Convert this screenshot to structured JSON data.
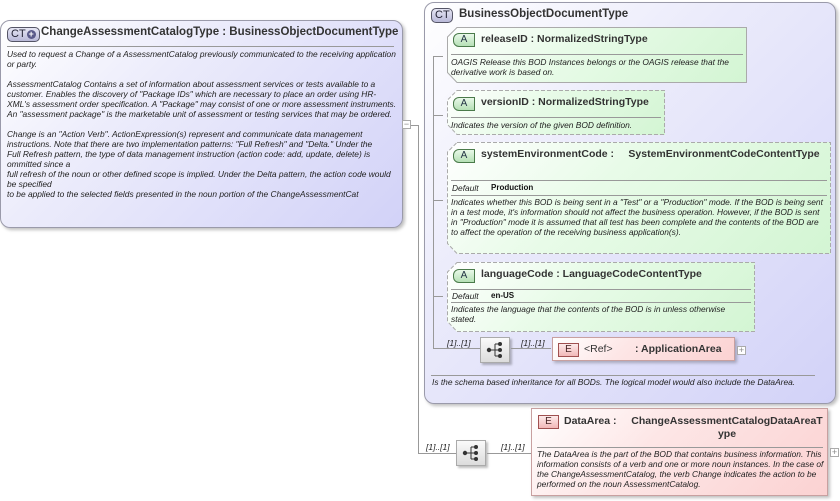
{
  "main_type": {
    "badge": "CT",
    "badge_icon": "plus-circle-icon",
    "title": "ChangeAssessmentCatalogType : BusinessObjectDocumentType",
    "doc": [
      "Used to request a Change of a AssessmentCatalog previously communicated to the receiving application or party.",
      "AssessmentCatalog  Contains a set of information about assessment services or tests available to a customer. Enables the discovery of \"Package IDs\" which are necessary to place an order using HR-XML's assessment order specification. A \"Package\" may consist of one or more assessment instruments. An \"assessment package\" is the marketable unit of assessment or testing services that may be ordered.",
      "Change is an \"Action Verb\". ActionExpression(s) represent and communicate data management instructions.  Note that there are two implementation patterns: \"Full Refresh\" and \"Delta.\" Under the\nFull Refresh pattern, the type of data management instruction (action code: add, update, delete) is ommitted since a\nfull refresh of the noun or other defined scope is implied. Under the  Delta pattern, the action code would be specified\nto be applied to the selected fields presented in the noun portion of the ChangeAssessmentCat"
    ],
    "collapse_toggle": "−"
  },
  "base_type": {
    "badge": "CT",
    "title": "BusinessObjectDocumentType",
    "doc": "Is the schema based inheritance for all BODs. The logical model would also include the DataArea.",
    "attributes": [
      {
        "badge": "A",
        "title": "releaseID : NormalizedStringType",
        "doc": "OAGIS Release this BOD Instances belongs or the OAGIS release that the derivative work is based on.",
        "required": true
      },
      {
        "badge": "A",
        "title": "versionID : NormalizedStringType",
        "doc": "Indicates the version of the given BOD definition.",
        "required": false
      },
      {
        "badge": "A",
        "title_name": "systemEnvironmentCode :",
        "title_type": "SystemEnvironmentCodeContentType",
        "default_label": "Default",
        "default_value": "Production",
        "doc": "Indicates whether this BOD is being sent in a \"Test\" or a \"Production\" mode. If the BOD is being sent in a test mode, it's information should not affect the business operation. However, if the BOD is sent in \"Production\" mode it is assumed that all test has been complete and the contents of the BOD are to affect the operation of the receiving business application(s).",
        "required": false
      },
      {
        "badge": "A",
        "title": "languageCode : LanguageCodeContentType",
        "default_label": "Default",
        "default_value": "en-US",
        "doc": "Indicates the language that the contents of the BOD is in unless otherwise stated.",
        "required": false
      }
    ],
    "sequence": {
      "cardinality_in": "[1]..[1]",
      "cardinality_out": "[1]..[1]",
      "icon": "sequence-icon"
    },
    "application_area": {
      "badge": "E",
      "ref": "<Ref>",
      "title": ": ApplicationArea",
      "expander": "+"
    }
  },
  "data_area": {
    "sequence": {
      "cardinality_in": "[1]..[1]",
      "cardinality_out": "[1]..[1]",
      "icon": "sequence-icon"
    },
    "badge": "E",
    "title_name": "DataArea :",
    "title_type": "ChangeAssessmentCatalogDataAreaType",
    "doc": "The DataArea is the part of the BOD that contains business information. This information consists of a verb and one or more noun instances. In the case of the ChangeAssessmentCatalog, the verb Change indicates the action to be performed on the noun AssessmentCatalog.",
    "expander": "+"
  }
}
